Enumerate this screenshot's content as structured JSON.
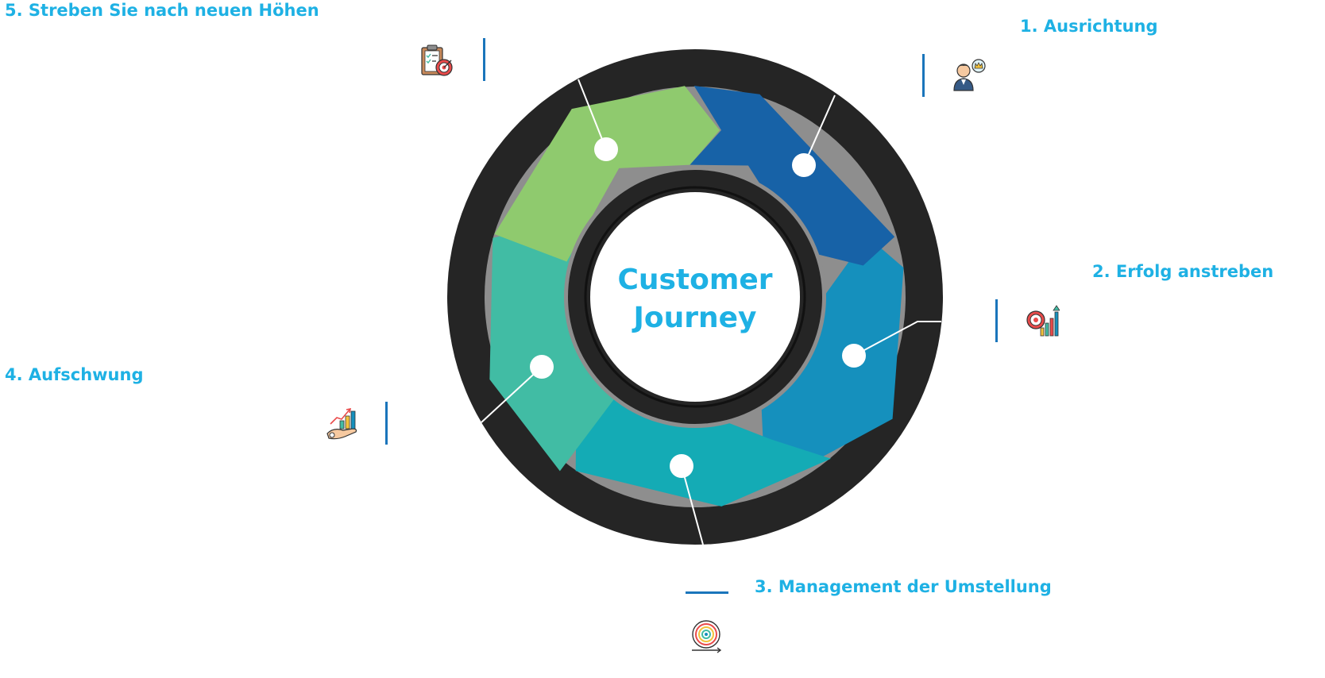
{
  "center": {
    "line1": "Customer",
    "line2": "Journey"
  },
  "steps": [
    {
      "number": "1.",
      "label": "Ausrichtung",
      "icon": "leader-person-icon",
      "color": "#1762a7"
    },
    {
      "number": "2.",
      "label": "Erfolg anstreben",
      "icon": "target-growth-chart-icon",
      "color": "#1590bd"
    },
    {
      "number": "3.",
      "label": "Management der Umstellung",
      "icon": "cycle-change-icon",
      "color": "#14abb5"
    },
    {
      "number": "4.",
      "label": "Aufschwung",
      "icon": "hand-growth-chart-icon",
      "color": "#41bca4"
    },
    {
      "number": "5.",
      "label": "Streben Sie nach neuen Höhen",
      "icon": "clipboard-target-icon",
      "color": "#8fca6e"
    }
  ],
  "colors": {
    "title": "#1eb1e4",
    "accent_line": "#1a75bb",
    "ring_outer": "#252525",
    "ring_border": "#8e8e8e",
    "node": "#ffffff"
  }
}
